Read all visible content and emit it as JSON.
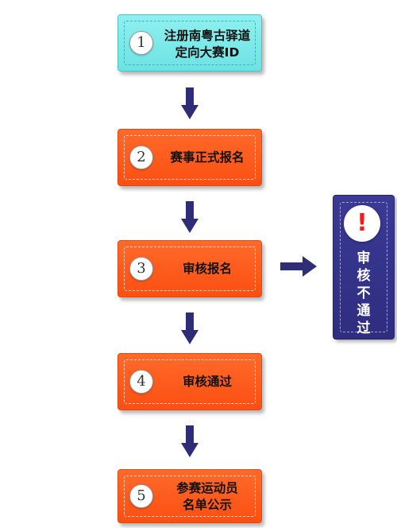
{
  "flowchart": {
    "steps": [
      {
        "number": "1",
        "label_line1": "注册南粤古驿道",
        "label_line2": "定向大赛ID"
      },
      {
        "number": "2",
        "label": "赛事正式报名"
      },
      {
        "number": "3",
        "label": "审核报名"
      },
      {
        "number": "4",
        "label": "审核通过"
      },
      {
        "number": "5",
        "label_line1": "参赛运动员",
        "label_line2": "名单公示"
      }
    ],
    "rejection": {
      "symbol": "!",
      "label": "审核不通过"
    }
  },
  "colors": {
    "step1_fill": "#7ee8e8",
    "step_fill": "#fb5a1c",
    "arrow": "#2e2d78",
    "rejection_fill": "#35348a",
    "alert": "#ee1c1c"
  },
  "icons": {
    "down_arrow": "down-arrow-icon",
    "right_arrow": "right-arrow-icon",
    "alert": "exclamation-icon"
  }
}
